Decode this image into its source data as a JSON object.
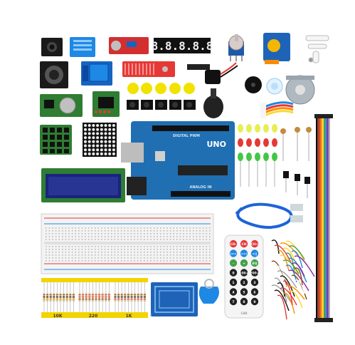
{
  "product": {
    "board_label": "UNO",
    "board_brand_text": "DIGITAL PWM",
    "board_sub_text": "ANALOG IN",
    "seven_segment_text": "8.8.8.8.8",
    "lcd_label": "",
    "remote_buttons": [
      "CH-",
      "CH",
      "CH+",
      "|<<",
      ">>|",
      ">||",
      "-",
      "+",
      "EQ",
      "0",
      "100+",
      "200+",
      "1",
      "2",
      "3",
      "4",
      "5",
      "6",
      "7",
      "8",
      "9"
    ],
    "resistor_labels": [
      "10K",
      "220",
      "1K"
    ],
    "rfid_label": "",
    "remote_brand": "CAR"
  },
  "colors": {
    "board_blue": "#1f6fb2",
    "pcb_blue": "#1e5aa8",
    "pcb_green": "#2e7d32",
    "pcb_red": "#c62828",
    "button_yellow": "#f2e200",
    "jumper_colors": [
      "#000000",
      "#8b4513",
      "#e53935",
      "#fb8c00",
      "#fdd835",
      "#43a047",
      "#1e88e5",
      "#8e24aa",
      "#9e9e9e",
      "#ffffff"
    ]
  }
}
